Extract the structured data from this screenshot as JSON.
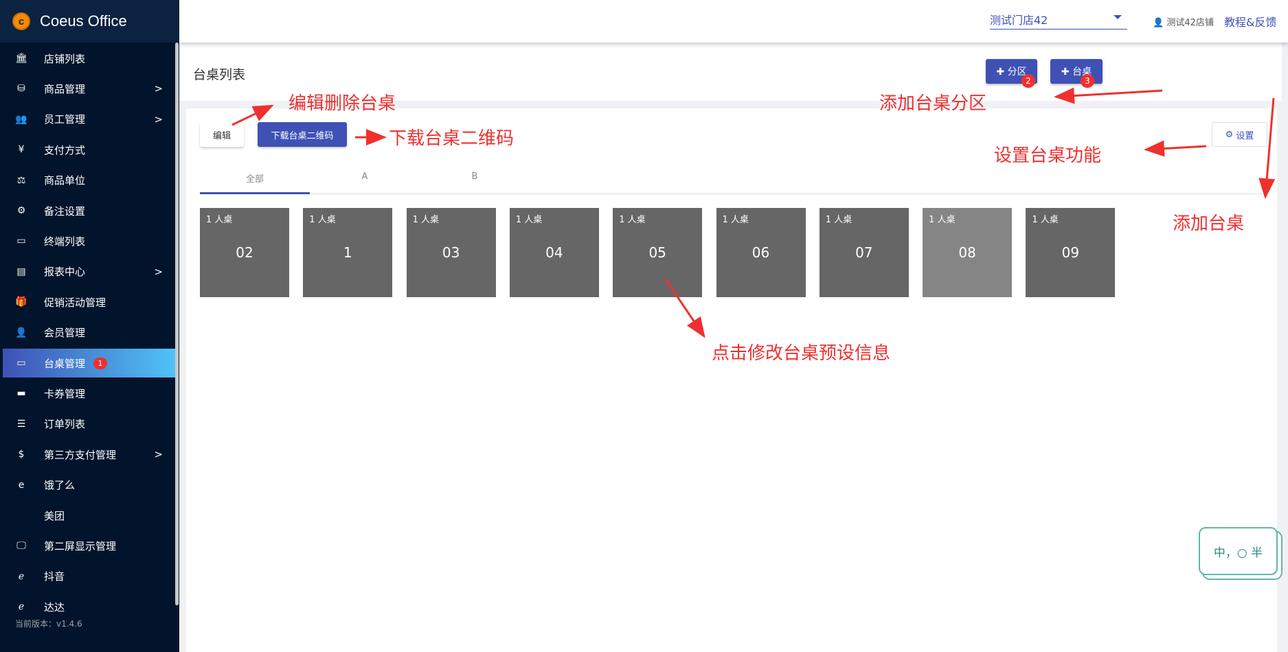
{
  "app": {
    "name": "Coeus Office",
    "logo_letter": "c"
  },
  "sidebar": {
    "items": [
      {
        "label": "店铺列表",
        "icon": "bank-icon",
        "glyph": "🏛",
        "chevron": false
      },
      {
        "label": "商品管理",
        "icon": "cubes-icon",
        "glyph": "⛁",
        "chevron": true
      },
      {
        "label": "员工管理",
        "icon": "users-icon",
        "glyph": "👥",
        "chevron": true
      },
      {
        "label": "支付方式",
        "icon": "yen-icon",
        "glyph": "¥",
        "chevron": false
      },
      {
        "label": "商品单位",
        "icon": "balance-scale-icon",
        "glyph": "⚖",
        "chevron": false
      },
      {
        "label": "备注设置",
        "icon": "gear-icon",
        "glyph": "⚙",
        "chevron": false
      },
      {
        "label": "终端列表",
        "icon": "laptop-icon",
        "glyph": "▭",
        "chevron": false
      },
      {
        "label": "报表中心",
        "icon": "report-icon",
        "glyph": "▤",
        "chevron": true
      },
      {
        "label": "促销活动管理",
        "icon": "gift-icon",
        "glyph": "🎁",
        "chevron": false
      },
      {
        "label": "会员管理",
        "icon": "user-icon",
        "glyph": "👤",
        "chevron": false
      },
      {
        "label": "台桌管理",
        "icon": "window-icon",
        "glyph": "▭",
        "chevron": false,
        "active": true,
        "badge": "1"
      },
      {
        "label": "卡券管理",
        "icon": "credit-card-icon",
        "glyph": "▬",
        "chevron": false
      },
      {
        "label": "订单列表",
        "icon": "list-icon",
        "glyph": "☰",
        "chevron": false
      },
      {
        "label": "第三方支付管理",
        "icon": "dollar-icon",
        "glyph": "$",
        "chevron": true
      },
      {
        "label": "饿了么",
        "icon": "eleme-icon",
        "glyph": "e",
        "chevron": false
      },
      {
        "label": "美团",
        "icon": "",
        "glyph": "",
        "chevron": false
      },
      {
        "label": "第二屏显示管理",
        "icon": "monitor-icon",
        "glyph": "🖵",
        "chevron": false
      },
      {
        "label": "抖音",
        "icon": "douyin-icon",
        "glyph": "ℯ",
        "chevron": false
      },
      {
        "label": "达达",
        "icon": "dada-icon",
        "glyph": "ℯ",
        "chevron": false
      }
    ],
    "chevron_glyph": ">",
    "version": "当前版本：v1.4.6"
  },
  "header": {
    "store": "测试门店42",
    "user": "测试42店铺",
    "help": "教程&反馈"
  },
  "page": {
    "title": "台桌列表",
    "add_zone": "✚ 分区",
    "add_table": "✚ 台桌",
    "zone_badge": "2",
    "table_badge": "3",
    "edit": "编辑",
    "download_qr": "下载台桌二维码",
    "settings": "设置",
    "tabs": [
      "全部",
      "A",
      "B"
    ],
    "tables": [
      {
        "cap": "1 人桌",
        "no": "02",
        "color": "#666666"
      },
      {
        "cap": "1 人桌",
        "no": "1",
        "color": "#666666"
      },
      {
        "cap": "1 人桌",
        "no": "03",
        "color": "#666666"
      },
      {
        "cap": "1 人桌",
        "no": "04",
        "color": "#666666"
      },
      {
        "cap": "1 人桌",
        "no": "05",
        "color": "#666666"
      },
      {
        "cap": "1 人桌",
        "no": "06",
        "color": "#666666"
      },
      {
        "cap": "1 人桌",
        "no": "07",
        "color": "#666666"
      },
      {
        "cap": "1 人桌",
        "no": "08",
        "color": "#858585"
      },
      {
        "cap": "1 人桌",
        "no": "09",
        "color": "#666666"
      }
    ]
  },
  "annotations": {
    "edit": "编辑删除台桌",
    "download": "下载台桌二维码",
    "add_zone": "添加台桌分区",
    "settings": "设置台桌功能",
    "add_table": "添加台桌",
    "click_table": "点击修改台桌预设信息"
  },
  "sticker": {
    "text": "中，○ 半"
  },
  "colors": {
    "primary": "#3f51b5",
    "annotation": "#f0302e"
  }
}
